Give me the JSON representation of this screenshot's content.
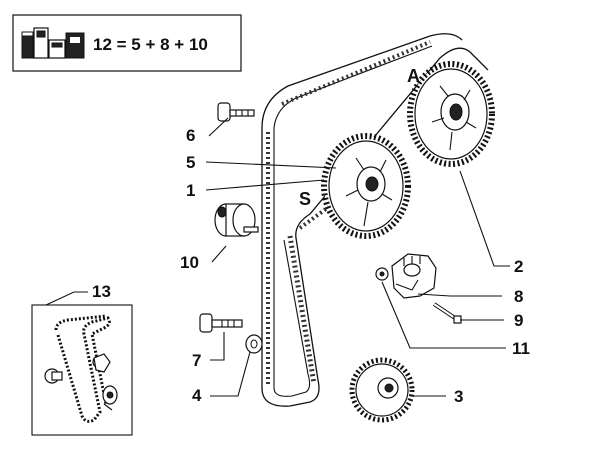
{
  "kit_box": {
    "formula": "12 = 5 + 8 + 10",
    "icon": "parts-kit-icon"
  },
  "gear_labels": {
    "camshaft_gear_letter": "A",
    "second_gear_letter": "S"
  },
  "callouts": {
    "c1": "1",
    "c2": "2",
    "c3": "3",
    "c4": "4",
    "c5": "5",
    "c6": "6",
    "c7": "7",
    "c8": "8",
    "c9": "9",
    "c10": "10",
    "c11": "11",
    "c13": "13"
  },
  "colors": {
    "ink": "#111111",
    "paper": "#ffffff",
    "belt_tooth": "#333333"
  }
}
